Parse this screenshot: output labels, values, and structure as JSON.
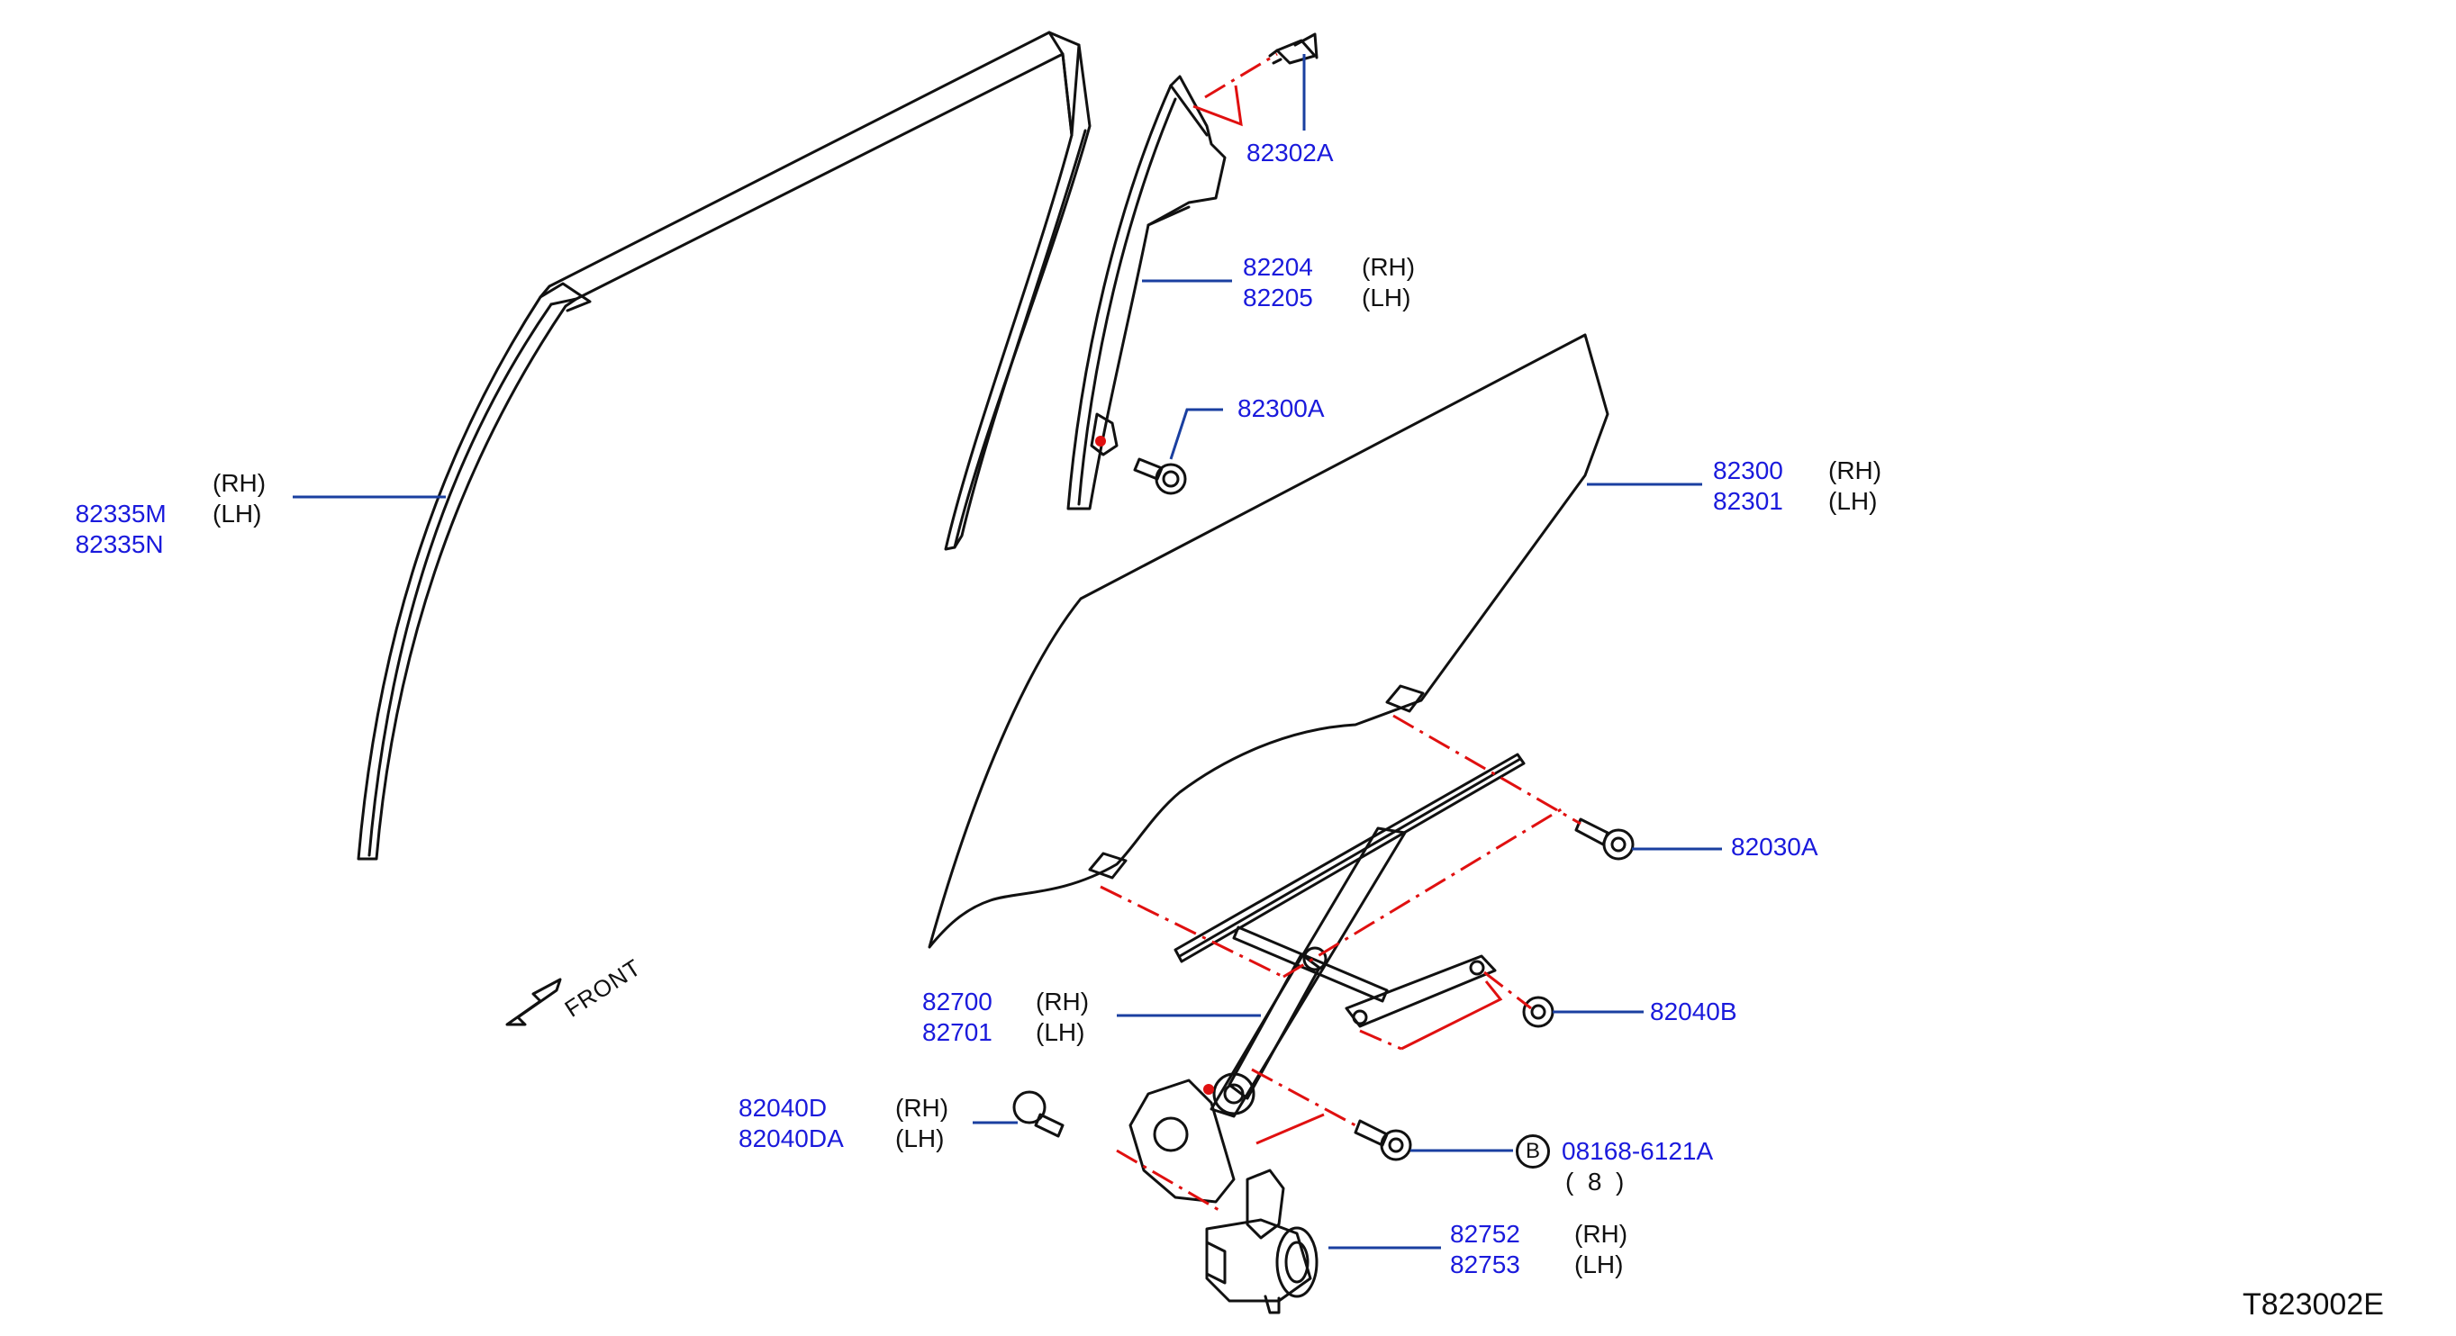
{
  "diagram": {
    "drawing_code": "T823002E",
    "direction_label": "FRONT",
    "colors": {
      "part_number": "#1a1adc",
      "leader_line": "#1a3fa0",
      "alignment_line": "#e01010",
      "outline": "#111111"
    },
    "callouts": [
      {
        "id": "sash-molding",
        "numbers": [
          "82335M",
          "82335N"
        ],
        "sides": [
          "(RH)",
          "(LH)"
        ]
      },
      {
        "id": "clip",
        "numbers": [
          "82302A"
        ],
        "sides": []
      },
      {
        "id": "sash",
        "numbers": [
          "82204",
          "82205"
        ],
        "sides": [
          "(RH)",
          "(LH)"
        ]
      },
      {
        "id": "sash-bolt",
        "numbers": [
          "82300A"
        ],
        "sides": []
      },
      {
        "id": "door-glass",
        "numbers": [
          "82300",
          "82301"
        ],
        "sides": [
          "(RH)",
          "(LH)"
        ]
      },
      {
        "id": "glass-bolt",
        "numbers": [
          "82030A"
        ],
        "sides": []
      },
      {
        "id": "regulator",
        "numbers": [
          "82700",
          "82701"
        ],
        "sides": [
          "(RH)",
          "(LH)"
        ]
      },
      {
        "id": "regulator-nut",
        "numbers": [
          "82040B"
        ],
        "sides": []
      },
      {
        "id": "regulator-bolt",
        "numbers": [
          "82040D",
          "82040DA"
        ],
        "sides": [
          "(RH)",
          "(LH)"
        ]
      },
      {
        "id": "motor-bolt",
        "numbers": [
          "08168-6121A"
        ],
        "sides": [],
        "badge": "B",
        "quantity": "(  8  )"
      },
      {
        "id": "motor",
        "numbers": [
          "82752",
          "82753"
        ],
        "sides": [
          "(RH)",
          "(LH)"
        ]
      }
    ]
  }
}
